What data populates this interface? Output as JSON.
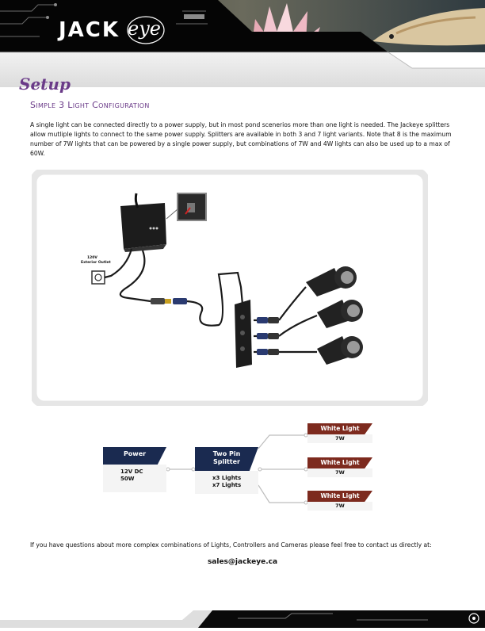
{
  "brand": {
    "logo_part1": "JACK",
    "logo_part2": "eye"
  },
  "page": {
    "title": "Setup",
    "section_title": "Simple 3 Light Configuration",
    "intro": "A single light can be connected directly to a power supply, but in most pond scenerios more than one light is needed. The Jackeye splitters allow mutliple lights to connect to the same power supply. Splitters are available in both 3 and 7 light variants. Note that 8 is the maximum number of 7W lights that can be powered by a single power supply, but combinations of 7W and 4W lights can also be used up to a max of 60W.",
    "closing": "If you have questions about more complex combinations of Lights, Controllers and Cameras please feel free to contact us directly at:",
    "contact_email": "sales@jackeye.ca"
  },
  "diagram": {
    "outlet_label_line1": "120V",
    "outlet_label_line2": "Exterior Outlet"
  },
  "flow": {
    "power": {
      "title": "Power",
      "line1": "12V DC",
      "line2": "50W"
    },
    "splitter": {
      "title_line1": "Two Pin",
      "title_line2": "Splitter",
      "line1": "x3 Lights",
      "line2": "x7 Lights"
    },
    "lights": [
      {
        "title": "White Light",
        "watt": "7W"
      },
      {
        "title": "White Light",
        "watt": "7W"
      },
      {
        "title": "White Light",
        "watt": "7W"
      }
    ]
  },
  "colors": {
    "navy": "#1a2a50",
    "rust": "#7d2a1e",
    "purple": "#6a3a88"
  }
}
